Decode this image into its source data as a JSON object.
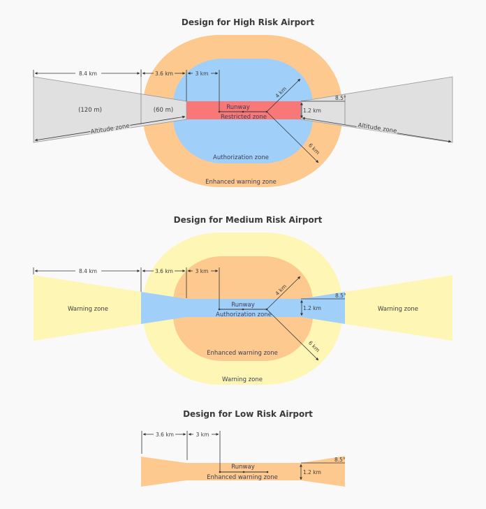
{
  "colors": {
    "background": "#f9f9f9",
    "enhanced_warning": "#fdc98f",
    "authorization": "#a0d0fa",
    "restricted": "#f87878",
    "altitude": "#e0e0e0",
    "warning": "#fdf6b5"
  },
  "high": {
    "title": "Design for High Risk Airport",
    "dim_84": "8.4 km",
    "dim_36": "3.6 km",
    "dim_3": "3 km",
    "dim_4": "4 km",
    "dim_6": "6 km",
    "dim_12": "1.2 km",
    "angle": "8.5°",
    "alt_120": "(120 m)",
    "alt_60": "(60 m)",
    "runway": "Runway",
    "restricted": "Restricted zone",
    "authorization": "Authorization zone",
    "enhanced": "Enhanced warning zone",
    "altitude_left": "Altitude zone",
    "altitude_right": "Altitude zone"
  },
  "medium": {
    "title": "Design for Medium Risk Airport",
    "dim_84": "8.4 km",
    "dim_36": "3.6 km",
    "dim_3": "3 km",
    "dim_4": "4 km",
    "dim_6": "6 km",
    "dim_12": "1.2 km",
    "angle": "8.5°",
    "runway": "Runway",
    "authorization": "Authorization zone",
    "enhanced": "Enhanced warning zone",
    "warning_outer": "Warning zone",
    "warning_left": "Warning zone",
    "warning_right": "Warning zone"
  },
  "low": {
    "title": "Design for Low Risk Airport",
    "dim_36": "3.6 km",
    "dim_3": "3 km",
    "dim_12": "1.2 km",
    "angle": "8.5°",
    "runway": "Runway",
    "enhanced": "Enhanced warning zone"
  }
}
